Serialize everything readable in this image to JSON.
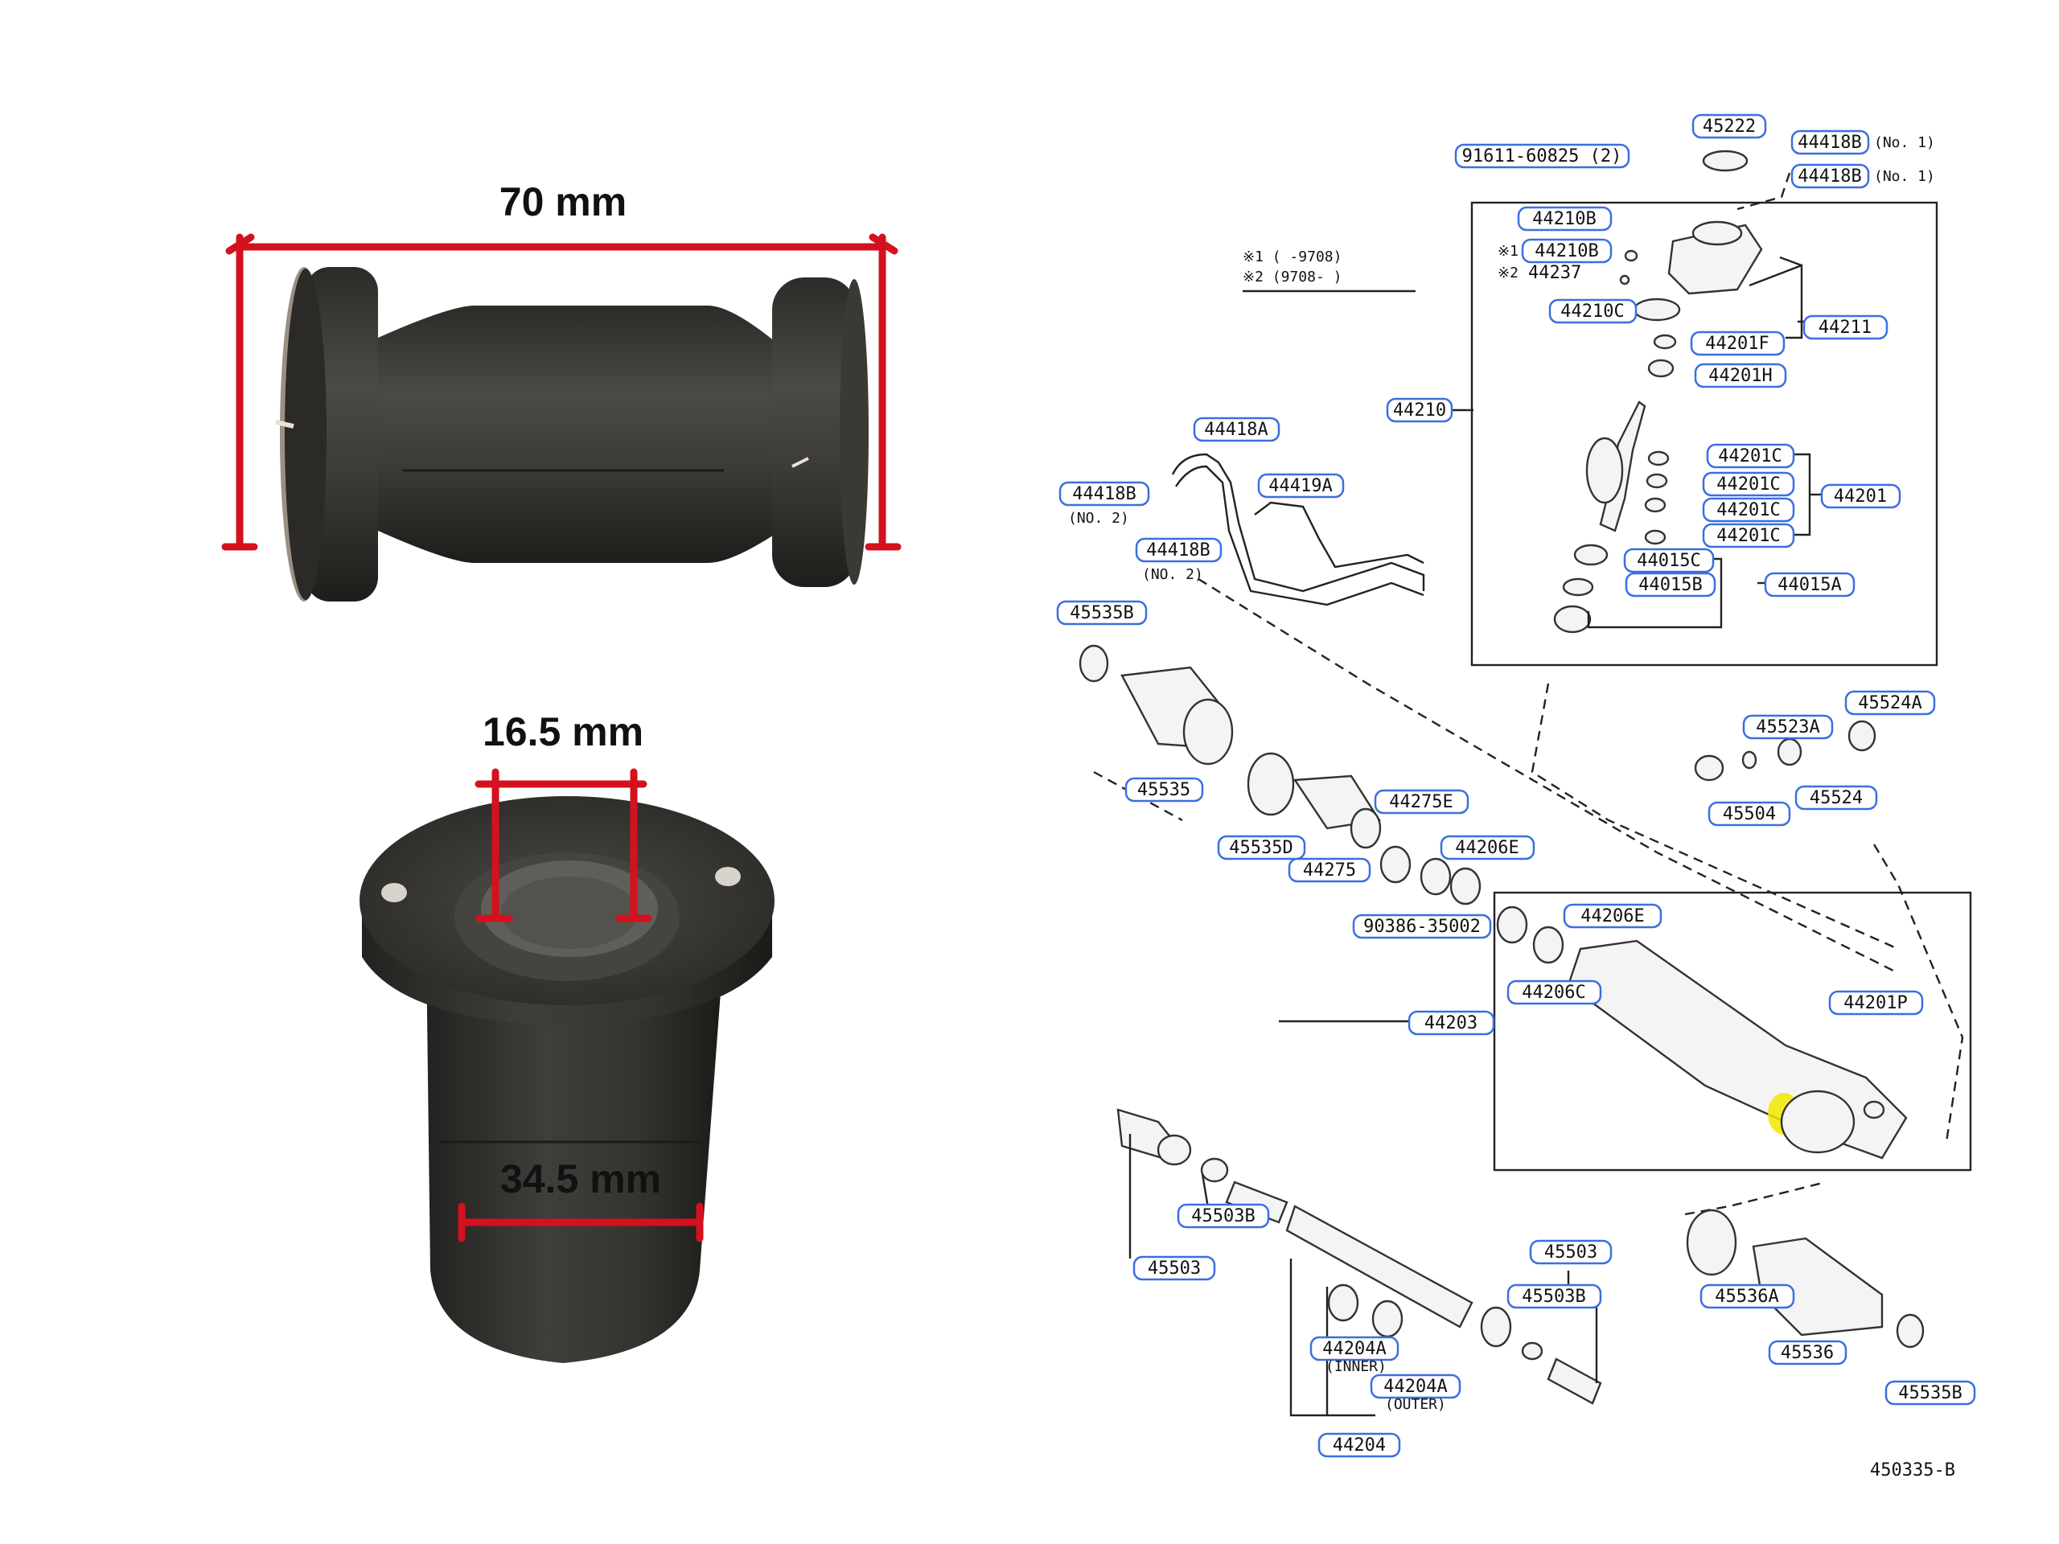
{
  "photo_dimensions": {
    "length": "70 mm",
    "inner_diameter": "16.5 mm",
    "outer_diameter": "34.5 mm",
    "marker_color": "#d4111e"
  },
  "diagram": {
    "reference_code": "450335-B",
    "legend": {
      "line1": "※1 (       -9708)",
      "line2": "※2 (9708-       )"
    },
    "highlight_color": "#f2e600",
    "label_box_color": "#3b6fe0",
    "labels": {
      "l45222": "45222",
      "l44418B_no1a": "44418B",
      "l44418B_no1b": "44418B",
      "no1a": "(No. 1)",
      "no1b": "(No. 1)",
      "l91611": "91611-60825 (2)",
      "l44210B_a": "44210B",
      "l44210B_b": "44210B",
      "l44237": "44237",
      "mark1": "※1",
      "mark2": "※2",
      "l44210C": "44210C",
      "l44201F": "44201F",
      "l44211": "44211",
      "l44201H": "44201H",
      "l44210": "44210",
      "l44418A": "44418A",
      "l44419A": "44419A",
      "l44418B_no2a": "44418B",
      "no2a": "(NO. 2)",
      "l44418B_no2b": "44418B",
      "no2b": "(NO. 2)",
      "l44201C_a": "44201C",
      "l44201C_b": "44201C",
      "l44201C_c": "44201C",
      "l44201C_d": "44201C",
      "l44201": "44201",
      "l44015C": "44015C",
      "l44015B": "44015B",
      "l44015A": "44015A",
      "l45535B_a": "45535B",
      "l45535": "45535",
      "l45535D": "45535D",
      "l44275E": "44275E",
      "l44206E_a": "44206E",
      "l44275": "44275",
      "l90386": "90386-35002",
      "l45524A": "45524A",
      "l45523A": "45523A",
      "l45504": "45504",
      "l45524": "45524",
      "l44206E_b": "44206E",
      "l44206C": "44206C",
      "l44203": "44203",
      "l44201P": "44201P",
      "l45503B_a": "45503B",
      "l45503_a": "45503",
      "l45503_b": "45503",
      "l45503B_b": "45503B",
      "l44204A_in": "44204A",
      "inner": "(INNER)",
      "l44204A_out": "44204A",
      "outer": "(OUTER)",
      "l44204": "44204",
      "l45536A": "45536A",
      "l45536": "45536",
      "l45535B_b": "45535B"
    }
  }
}
